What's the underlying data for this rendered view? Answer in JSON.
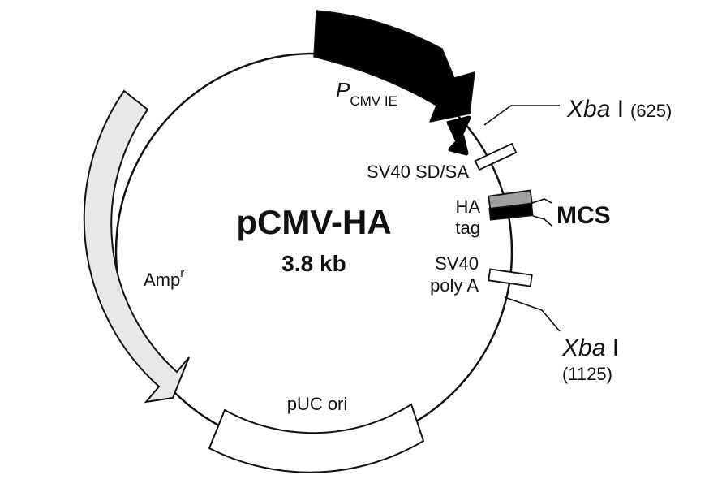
{
  "plasmid": {
    "name": "pCMV-HA",
    "size": "3.8 kb"
  },
  "features": {
    "promoter": {
      "italic": "P",
      "subscript": "CMV IE"
    },
    "sv40_sdsa": "SV40 SD/SA",
    "ha_tag_line1": "HA",
    "ha_tag_line2": "tag",
    "mcs": "MCS",
    "sv40_polya_line1": "SV40",
    "sv40_polya_line2": "poly A",
    "amp": {
      "text": "Amp",
      "superscript": "r"
    },
    "puc_ori": "pUC ori"
  },
  "sites": {
    "xba1_top": {
      "enzyme": "Xba",
      "numeral": " I",
      "position": "(625)"
    },
    "xba1_bottom": {
      "enzyme": "Xba",
      "numeral": " I",
      "position": "(1125)"
    }
  },
  "colors": {
    "outline": "#111111",
    "promoter_fill": "#000000",
    "amp_fill": "#e8e8e8",
    "ha_tag_fill": "#a0a0a0",
    "mcs_fill": "#000000",
    "box_fill": "#ffffff"
  }
}
